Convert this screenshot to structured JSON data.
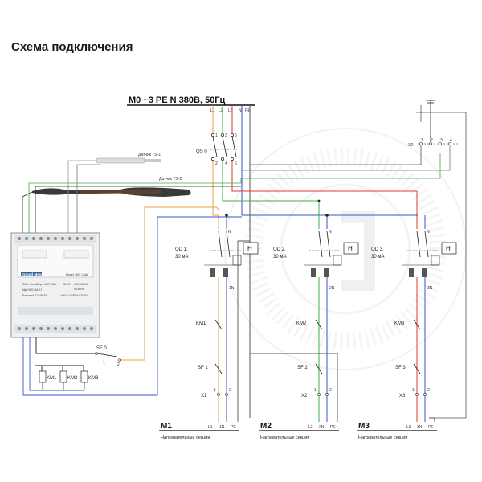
{
  "title": "Схема подключения",
  "colors": {
    "l1": "#e8a23c",
    "l2": "#3fae49",
    "l3": "#e53935",
    "n": "#3b56c4",
    "pe": "#555555",
    "wire": "#222222"
  },
  "supply": {
    "label": "M0  ~3 PE N 380B, 50Гц",
    "conductors": [
      "L1",
      "L2",
      "L3",
      "N",
      "PE"
    ]
  },
  "main_breaker": {
    "label": "QS 0",
    "terms_top": [
      "1",
      "3",
      "5"
    ],
    "terms_bottom": [
      "2",
      "4",
      "6"
    ]
  },
  "sensors": {
    "s1": "Датчик TS-1",
    "s2": "Датчик TS-2"
  },
  "x0": {
    "label": "X0",
    "terms": [
      "1",
      "2",
      "3",
      "4"
    ]
  },
  "controller": {
    "brand": "Grand Meyer",
    "model": "Model: MST-16AL",
    "lines": [
      "SNO: GrandMeyer MST-16AL",
      "http://WG.WA.TJ",
      "Password: 12345678"
    ],
    "specs": [
      "INPUT:",
      "100-240VAC",
      "50-60Hz",
      "MAX. LOAD:",
      "16A/230VAC"
    ]
  },
  "sf0": {
    "label": "SF 0",
    "t1": "1",
    "t2": "2"
  },
  "contactors_small": [
    "KM1",
    "KM2",
    "KM3"
  ],
  "channels": [
    {
      "qd": "QD 1,",
      "ma": "30 мА",
      "km": "KM1",
      "sf": "SF 1",
      "x": "X1",
      "ln": "1N",
      "m": "M1",
      "line": "L1",
      "pe": "PE",
      "t1": "1",
      "t2": "2"
    },
    {
      "qd": "QD 2,",
      "ma": "30 мА",
      "km": "KM2",
      "sf": "SF 2",
      "x": "X2",
      "ln": "2N",
      "m": "M2",
      "line": "L2",
      "pe": "PE",
      "t1": "1",
      "t2": "2"
    },
    {
      "qd": "QD 3,",
      "ma": "30 мА",
      "km": "KM3",
      "sf": "SF 3",
      "x": "X3",
      "ln": "3N",
      "m": "M3",
      "line": "L3",
      "pe": "PE",
      "t1": "1",
      "t2": "2"
    }
  ],
  "rcd_n": "N",
  "h_letter": "H",
  "heating_sections": "Нагревательные секции"
}
